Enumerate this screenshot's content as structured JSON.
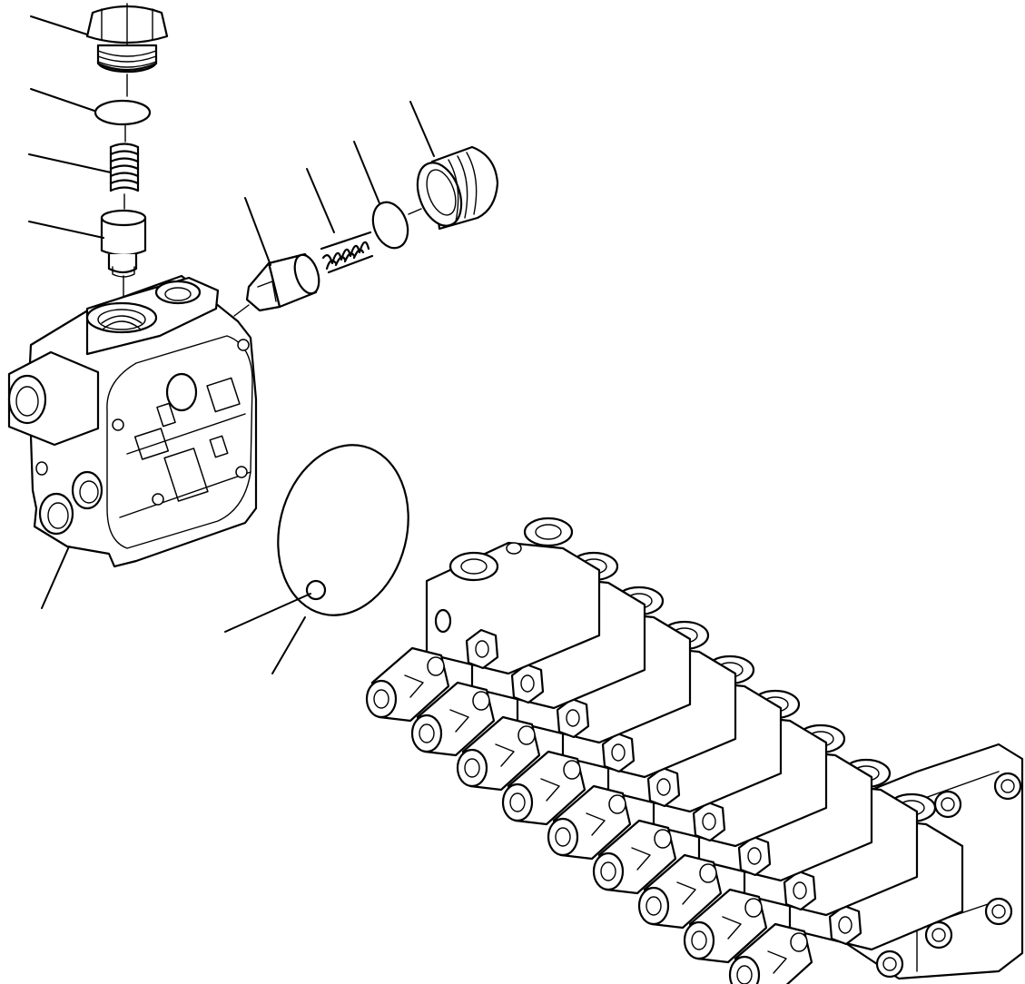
{
  "diagram": {
    "type": "exploded parts diagram",
    "parts": [
      "plug",
      "o-ring",
      "spring",
      "poppet",
      "valve-section-body",
      "valve-poppet",
      "valve-spring",
      "o-ring",
      "plug",
      "section-seal-o-ring",
      "small-o-ring",
      "control-valve-assembly"
    ],
    "colors": {
      "line": "#000000",
      "background": "#ffffff"
    }
  }
}
